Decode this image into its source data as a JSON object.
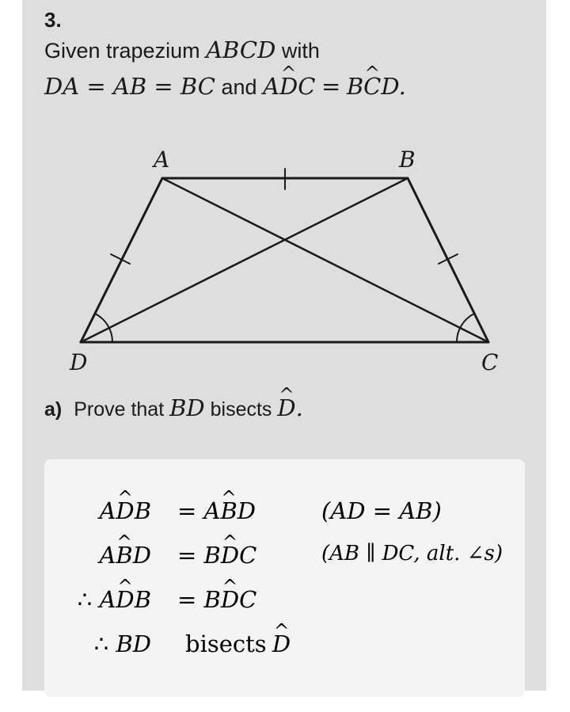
{
  "question": {
    "number": "3.",
    "given_prefix": "Given trapezium",
    "shape_name": "ABCD",
    "given_suffix": "with",
    "cond_1": "DA = AB = BC",
    "cond_and": "and",
    "cond_2_lhs_left": "A",
    "cond_2_lhs_hat": "D",
    "cond_2_lhs_right": "C",
    "cond_2_eq": "=",
    "cond_2_rhs_left": "B",
    "cond_2_rhs_hat": "C",
    "cond_2_rhs_right": "D",
    "period": "."
  },
  "figure": {
    "labels": {
      "A": "A",
      "B": "B",
      "C": "C",
      "D": "D"
    }
  },
  "part_a": {
    "label": "a)",
    "text_before": "Prove that",
    "segment": "BD",
    "text_after": "bisects",
    "angle_hat": "D",
    "end": "."
  },
  "proof": {
    "rows": [
      {
        "lhs_prefix": "",
        "lhs_a": "A",
        "lhs_hat": "D",
        "lhs_b": "B",
        "mid_eq": "=",
        "mid_a": "A",
        "mid_hat": "B",
        "mid_b": "D",
        "reason": "(AD = AB)"
      },
      {
        "lhs_prefix": "",
        "lhs_a": "A",
        "lhs_hat": "B",
        "lhs_b": "D",
        "mid_eq": "=",
        "mid_a": "B",
        "mid_hat": "D",
        "mid_b": "C",
        "reason": "(AB ∥ DC, alt. ∠s)"
      },
      {
        "lhs_prefix": "∴",
        "lhs_a": "A",
        "lhs_hat": "D",
        "lhs_b": "B",
        "mid_eq": "=",
        "mid_a": "B",
        "mid_hat": "D",
        "mid_b": "C",
        "reason": ""
      }
    ],
    "conclusion": {
      "prefix": "∴",
      "segment": "BD",
      "word": "bisects",
      "angle_hat": "D"
    }
  }
}
